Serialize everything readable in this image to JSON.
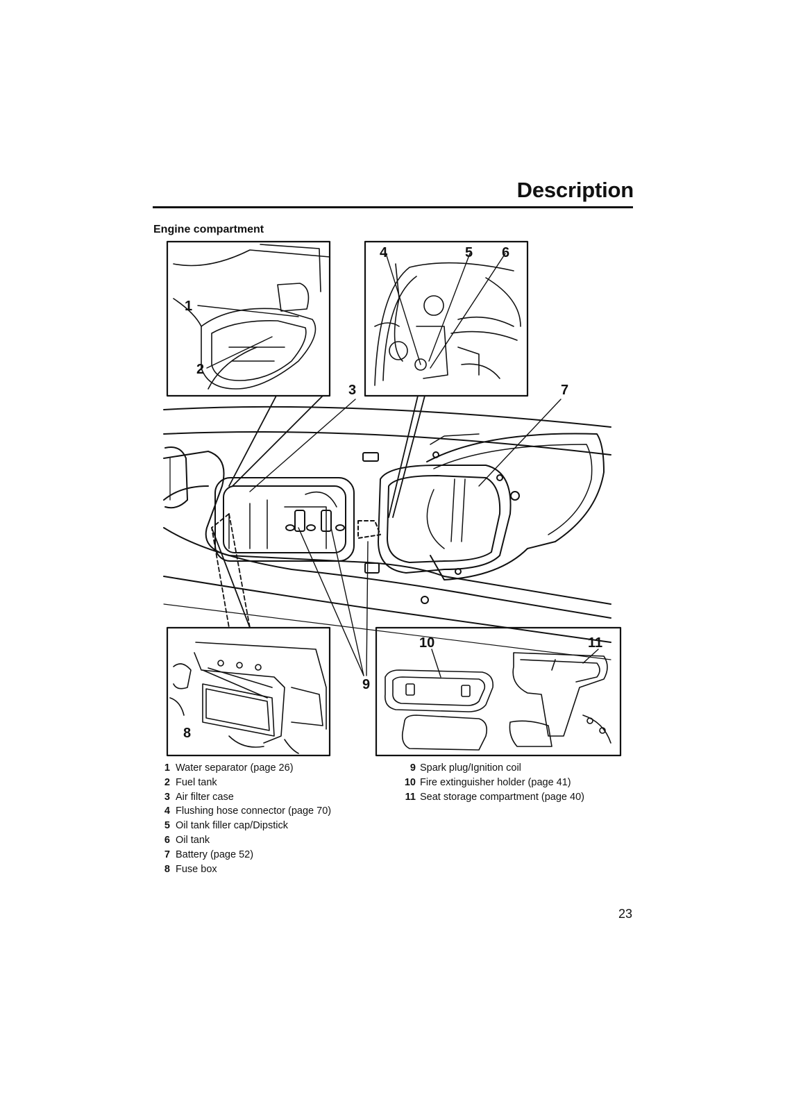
{
  "header": {
    "section_title": "Description"
  },
  "subtitle": "Engine compartment",
  "figure": {
    "callouts": [
      "1",
      "2",
      "3",
      "4",
      "5",
      "6",
      "7",
      "8",
      "9",
      "10",
      "11"
    ]
  },
  "legend": {
    "left": [
      {
        "num": "1",
        "text": "Water separator (page 26)"
      },
      {
        "num": "2",
        "text": "Fuel tank"
      },
      {
        "num": "3",
        "text": "Air filter case"
      },
      {
        "num": "4",
        "text": "Flushing hose connector (page 70)"
      },
      {
        "num": "5",
        "text": "Oil tank filler cap/Dipstick"
      },
      {
        "num": "6",
        "text": "Oil tank"
      },
      {
        "num": "7",
        "text": "Battery (page 52)"
      },
      {
        "num": "8",
        "text": "Fuse box"
      }
    ],
    "right": [
      {
        "num": "9",
        "text": "Spark plug/Ignition coil"
      },
      {
        "num": "10",
        "text": "Fire extinguisher holder (page 41)"
      },
      {
        "num": "11",
        "text": "Seat storage compartment (page 40)"
      }
    ]
  },
  "footer": {
    "page_number": "23"
  }
}
